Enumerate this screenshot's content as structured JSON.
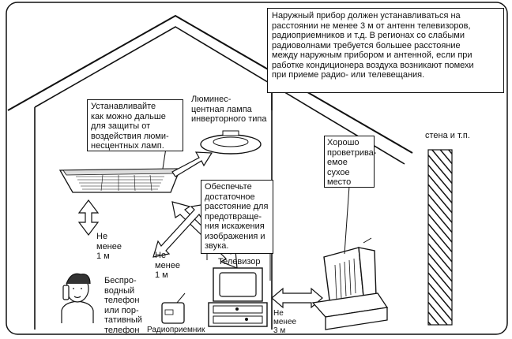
{
  "notice": "Наружный прибор должен устанавливаться на\nрасстоянии не менее 3 м от антенн телевизоров,\nрадиоприемников и т.д. В регионах со слабыми\nрадиоволнами требуется большее расстояние\nмежду наружным прибором и антенной, если при\nработке кондиционера воздуха возникают помехи\nпри приеме радио- или телевещания.",
  "labels": {
    "install_far": "Устанавливайте\nкак можно дальше\nдля защиты от\nвоздействия люми-\nнесцентных ламп.",
    "lamp": "Люминес-\nцентная лампа\nинверторного типа",
    "ventilated": "Хорошо\nпроветрива-\nемое сухое\nместо",
    "wall": "стена и т.п.",
    "distance_note": "Обеспечьте\nдостаточное\nрасстояние для\nпредотвраще-\nния искажения\nизображения и\nзвука.",
    "min1m_left": "Не\nменее\n1 м",
    "min1m_mid": "Не\nменее\n1 м",
    "tv": "Телевизор",
    "phone": "Беспро-\nводный\nтелефон\nили пор-\nтативный\nтелефон",
    "radio": "Радиоприемник",
    "min3m": "Не\nменее\n3 м"
  }
}
